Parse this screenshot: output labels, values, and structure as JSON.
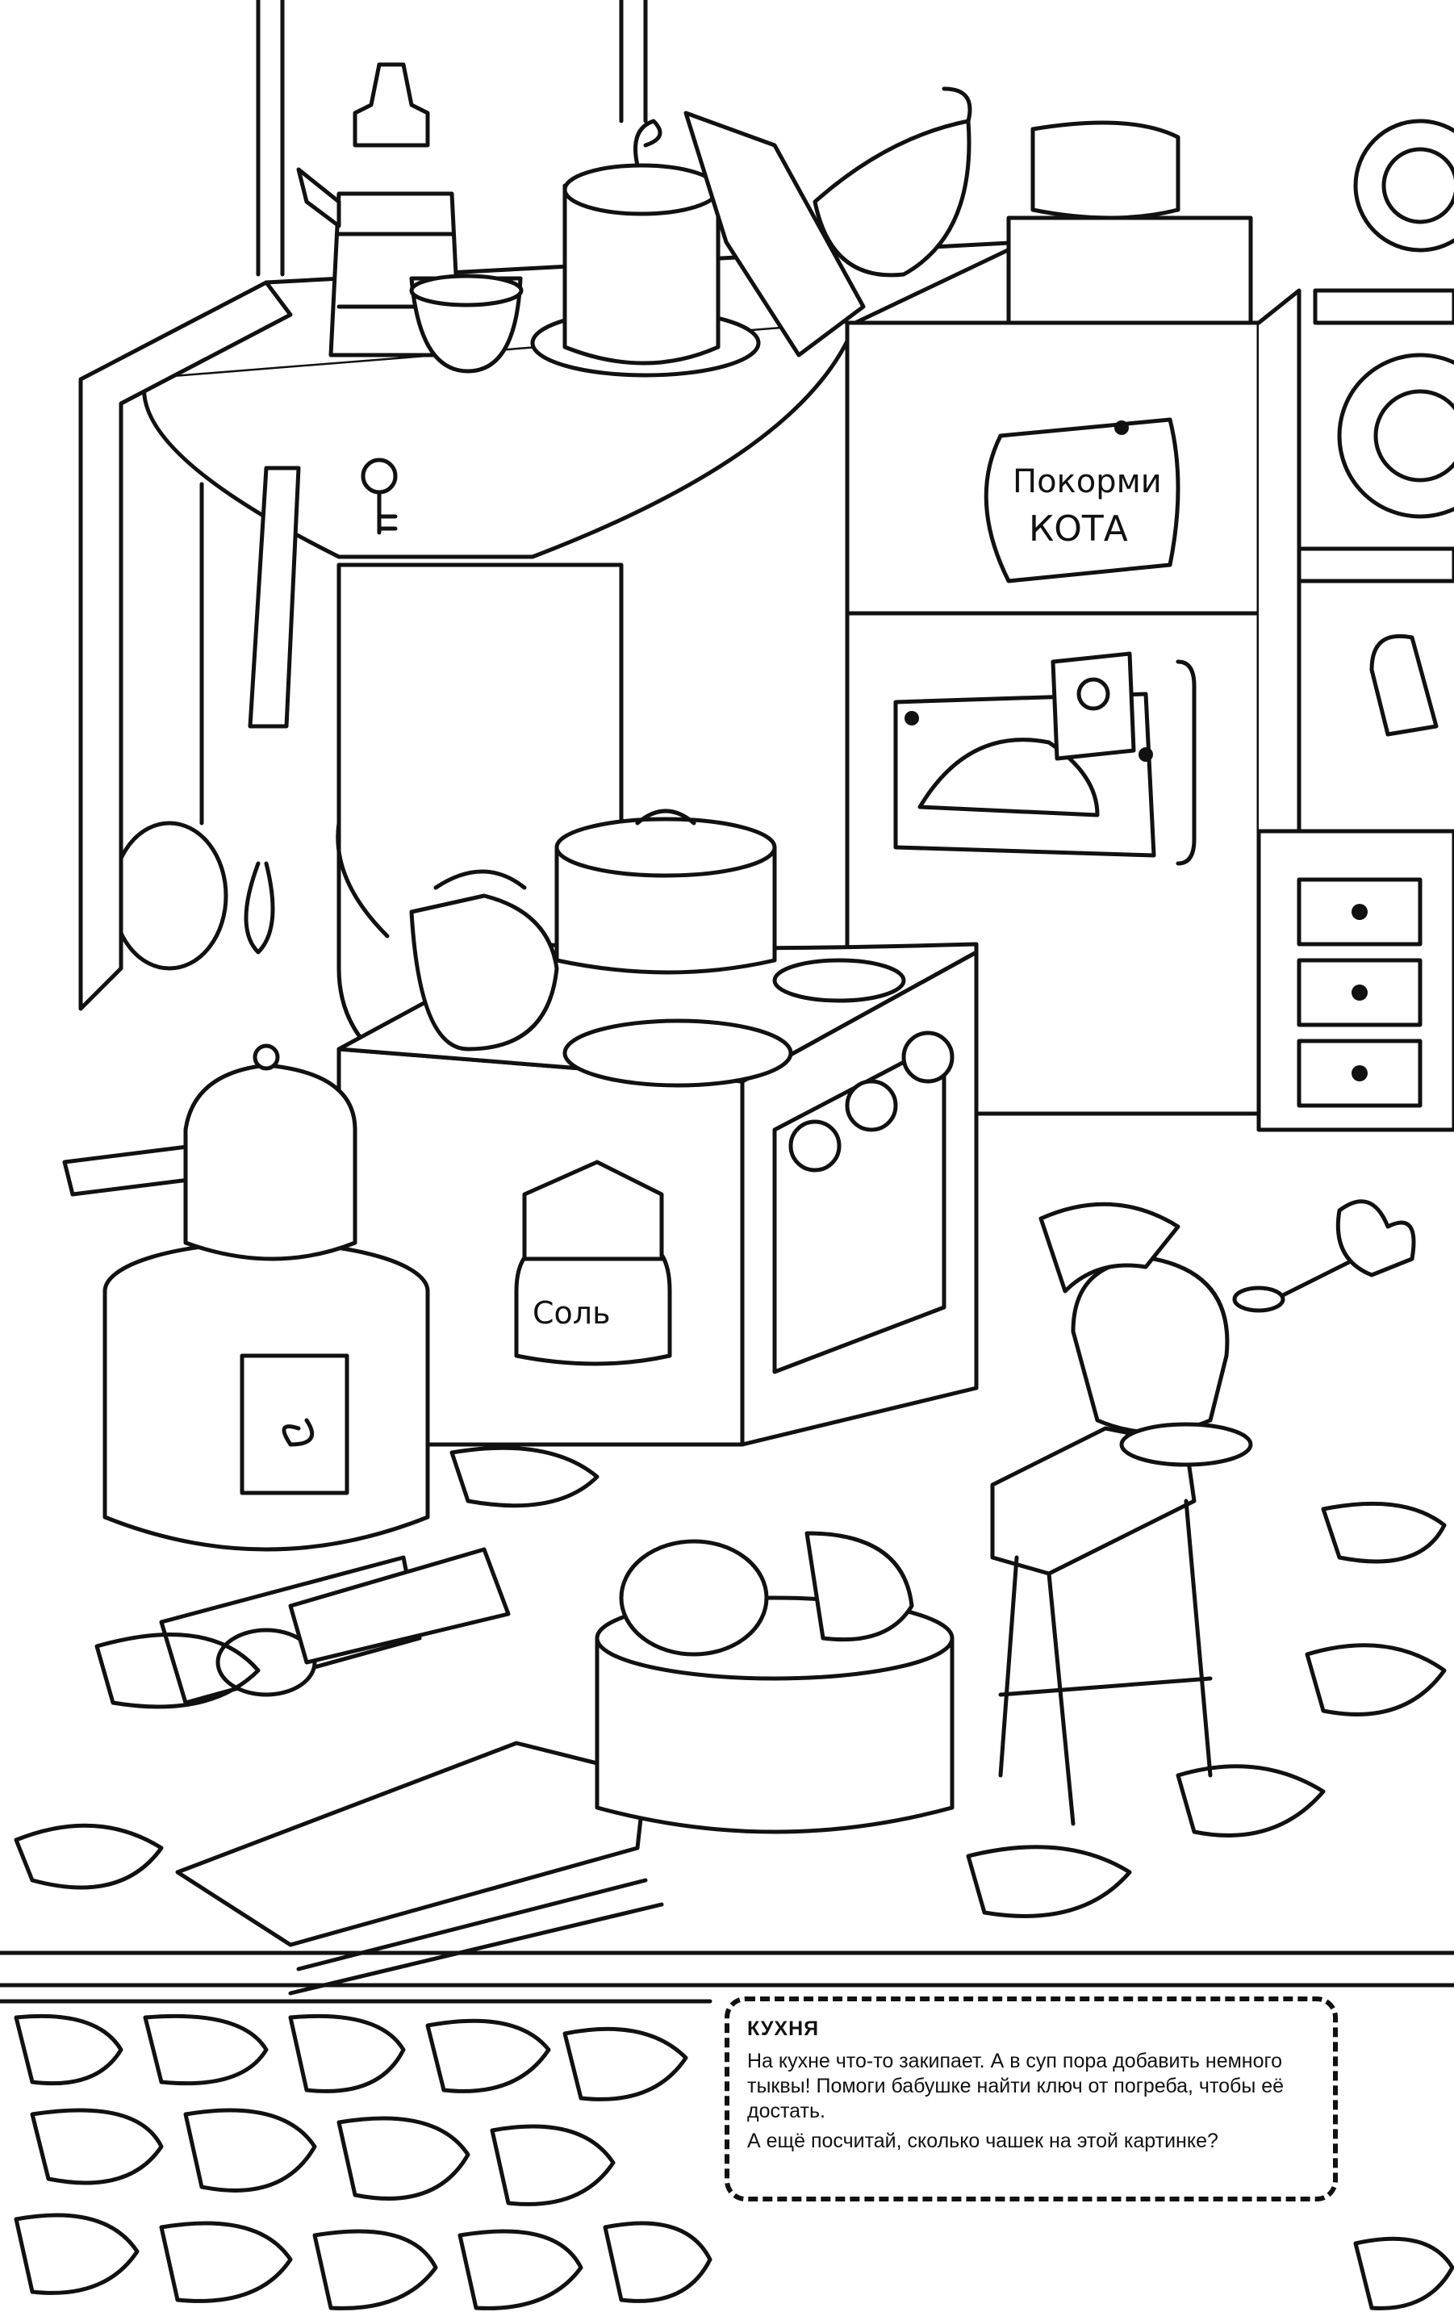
{
  "labels": {
    "fridge_note": [
      "Покорми",
      "КОТА"
    ],
    "salt_jar": "Соль"
  },
  "info": {
    "title": "КУХНЯ",
    "paragraph1": "На кухне что-то закипает. А в суп пора добавить немного тыквы! Помоги бабушке найти ключ от погреба, чтобы её достать.",
    "paragraph2": "А ещё посчитай, сколько чашек на этой картинке?"
  },
  "colors": {
    "ink": "#111111",
    "paper": "#ffffff"
  }
}
